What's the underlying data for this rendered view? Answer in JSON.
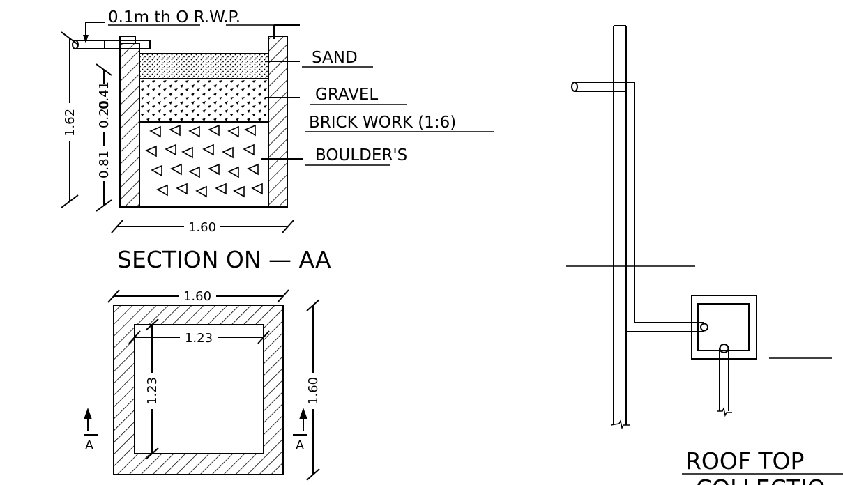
{
  "section": {
    "pipe_label": "0.1m  th O R.W.P.",
    "layers": {
      "sand": "SAND",
      "gravel": "GRAVEL",
      "brick": "BRICK  WORK  (1:6)",
      "boulders": "BOULDER'S"
    },
    "dims": {
      "total_height": "1.62",
      "lower_height": "0.81",
      "layer_a": "0.20",
      "layer_b": "0.41",
      "width": "1.60"
    },
    "title": "SECTION  ON  —  AA"
  },
  "plan": {
    "outer_width": "1.60",
    "inner_width": "1.23",
    "inner_height": "1.23",
    "outer_height": "1.60",
    "section_mark_left": "A",
    "section_mark_right": "A"
  },
  "schematic": {
    "title_line1": "ROOF  TOP",
    "title_line2": "COLLECTIO"
  }
}
